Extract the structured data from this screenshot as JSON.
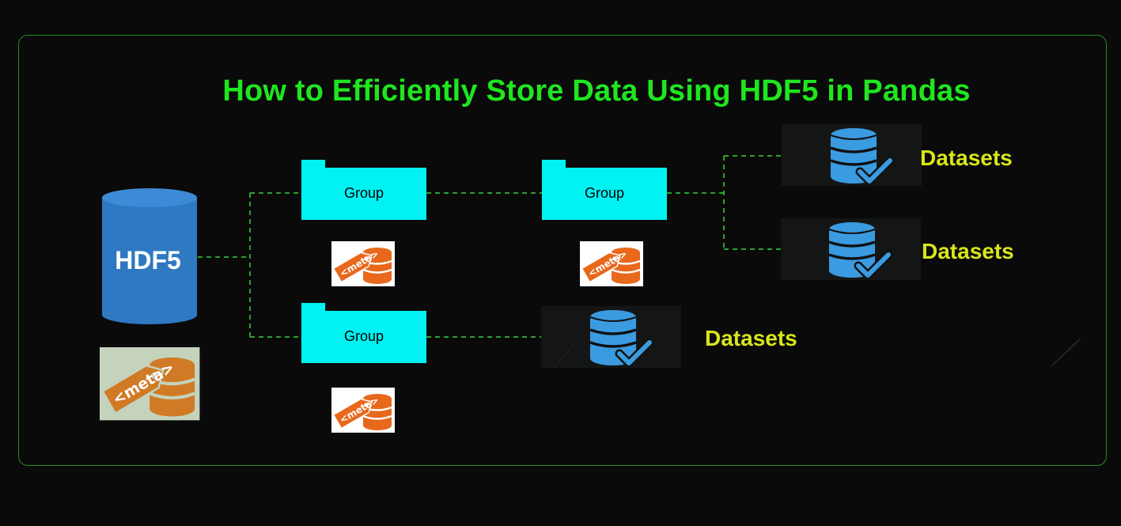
{
  "title": "How to Efficiently Store Data Using HDF5 in Pandas",
  "root": {
    "label": "HDF5",
    "meta_tag": "<meta>"
  },
  "groups": [
    {
      "label": "Group",
      "meta_tag": "<meta>"
    },
    {
      "label": "Group",
      "meta_tag": "<meta>"
    },
    {
      "label": "Group",
      "meta_tag": "<meta>"
    }
  ],
  "datasets": [
    {
      "label": "Datasets"
    },
    {
      "label": "Datasets"
    },
    {
      "label": "Datasets"
    }
  ],
  "colors": {
    "title": "#1fe61f",
    "frame": "#1f8f1f",
    "connector": "#3bd13b",
    "group_fill": "#00f2f2",
    "cylinder": "#2f78c2",
    "dataset_icon": "#3a9be0",
    "dataset_label": "#d8e619",
    "meta_orange": "#e8681c"
  }
}
